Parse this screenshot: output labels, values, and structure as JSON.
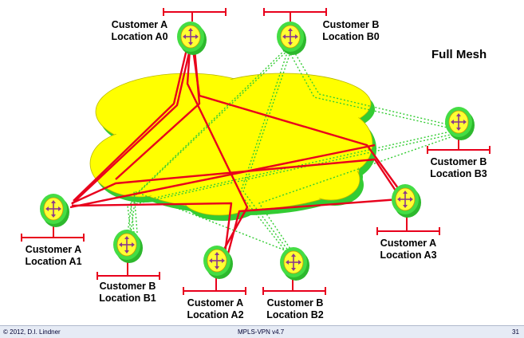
{
  "diagram": {
    "title": "Full Mesh",
    "sites": [
      {
        "line1": "Customer A",
        "line2": "Location A0"
      },
      {
        "line1": "Customer B",
        "line2": "Location B0"
      },
      {
        "line1": "Customer B",
        "line2": "Location B3"
      },
      {
        "line1": "Customer A",
        "line2": "Location A3"
      },
      {
        "line1": "Customer A",
        "line2": "Location A1"
      },
      {
        "line1": "Customer B",
        "line2": "Location B1"
      },
      {
        "line1": "Customer A",
        "line2": "Location A2"
      },
      {
        "line1": "Customer B",
        "line2": "Location B2"
      }
    ]
  },
  "footer": {
    "copyright": "© 2012, D.I. Lindner",
    "course": "MPLS-VPN v4.7",
    "page": "31"
  },
  "colors": {
    "cloud_fill": "#ffff00",
    "cloud_shadow": "#33cc33",
    "customer_a_links": "#e8001c",
    "customer_b_links": "#33cc33",
    "router_body": "#ffff33",
    "router_ring": "#33cc33",
    "lan_segment": "#e8001c"
  }
}
